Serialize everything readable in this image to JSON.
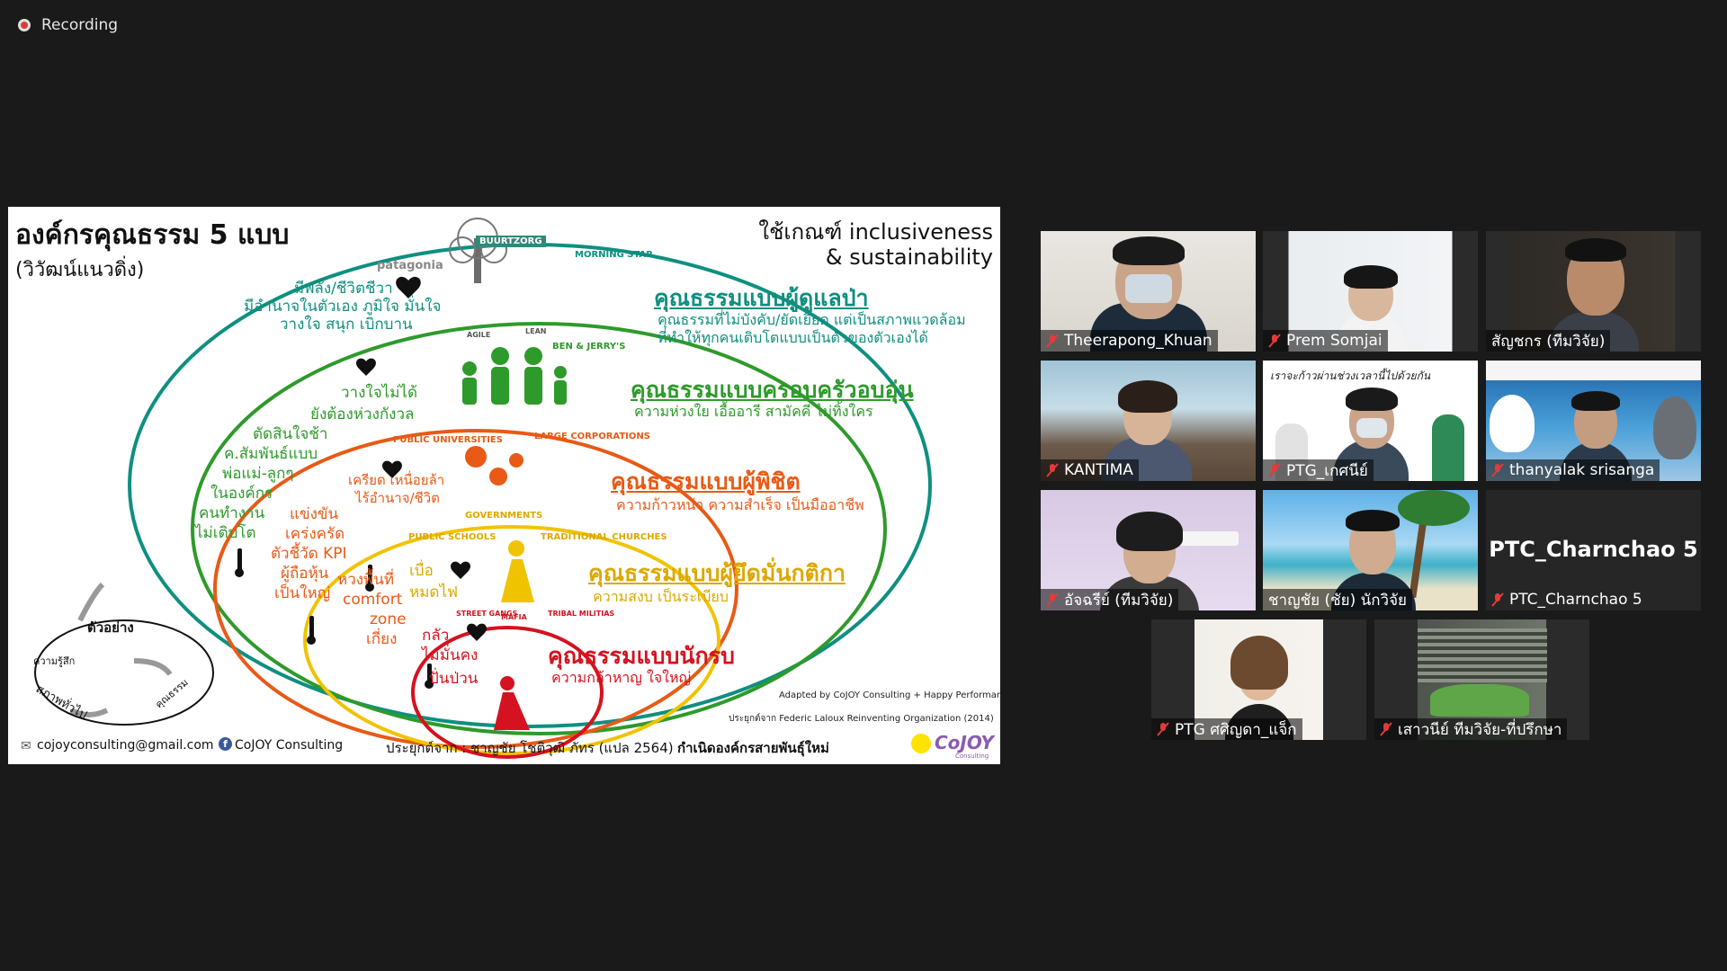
{
  "recording": {
    "label": "Recording"
  },
  "slide": {
    "title": "องค์กรคุณธรรม 5 แบบ",
    "subtitle": "(วิวัฒน์แนวดิ่ง)",
    "criteria_1": "ใช้เกณฑ์ inclusiveness",
    "criteria_2": "& sustainability",
    "levels": [
      {
        "title": "คุณธรรมแบบผู้ดูแลป่า",
        "sub_1": "คุณธรรมที่ไม่บังคับ/ยัดเยียด แต่เป็นสภาพแวดล้อม",
        "sub_2": "ที่ทำให้ทุกคนเติบโตแบบเป็นตัวของตัวเองได้"
      },
      {
        "title": "คุณธรรมแบบครอบครัวอบอุ่น",
        "sub_1": "ความห่วงใย เอื้ออารี สามัคคี ไม่ทิ้งใคร"
      },
      {
        "title": "คุณธรรมแบบผู้พิชิต",
        "sub_1": "ความก้าวหน้า ความสำเร็จ เป็นมืออาชีพ"
      },
      {
        "title": "คุณธรรมแบบผู้ยึดมั่นกติกา",
        "sub_1": "ความสงบ เป็นระเบียบ"
      },
      {
        "title": "คุณธรรมแบบนักรบ",
        "sub_1": "ความกล้าหาญ ใจใหญ่"
      }
    ],
    "notes": {
      "teal_1": "มีพลัง/ชีวิตชีวา",
      "teal_2": "มีอำนาจในตัวเอง ภูมิใจ มั่นใจ",
      "teal_3": "วางใจ สนุก เบิกบาน",
      "green_1": "วางใจไม่ได้",
      "green_2": "ยังต้องห่วงกังวล",
      "orange_left_1": "ตัดสินใจช้า",
      "orange_left_2": "ค.สัมพันธ์แบบ",
      "orange_left_3": "พ่อแม่-ลูกๆ",
      "orange_left_4": "ในองค์กร",
      "orange_left_5": "คนทำงาน",
      "orange_left_6": "ไม่เติบโต",
      "orange_mid_1": "แข่งขัน",
      "orange_mid_2": "เคร่งครัด",
      "orange_mid_3": "ตัวชี้วัด KPI",
      "orange_mid_4": "ผู้ถือหุ้น",
      "orange_mid_5": "เป็นใหญ่",
      "orange_inner_1": "เครียด เหนื่อยล้า",
      "orange_inner_2": "ไร้อำนาจ/ชีวิต",
      "yellow_1": "หวงพื้นที่",
      "yellow_2": "comfort",
      "yellow_3": "zone",
      "yellow_4": "เกี่ยง",
      "yellow_inner_1": "เบื่อ",
      "yellow_inner_2": "หมดไฟ",
      "red_1": "กลัว",
      "red_2": "ไม่มั่นคง",
      "red_3": "ปั่นป่วน"
    },
    "logos": {
      "buurtzorg": "BUURTZORG",
      "morning_star": "MORNING STAR",
      "patagonia": "patagonia",
      "ben_jerrys": "BEN & JERRY'S",
      "agile": "AGILE",
      "lean": "LEAN",
      "public_universities": "PUBLIC UNIVERSITIES",
      "large_corporations": "LARGE CORPORATIONS",
      "governments": "GOVERNMENTS",
      "public_schools": "PUBLIC SCHOOLS",
      "traditional_churches": "TRADITIONAL CHURCHES",
      "street_gangs": "STREET GANGS",
      "mafia": "MAFIA",
      "tribal_militias": "TRIBAL MILITIAS"
    },
    "cycle": {
      "example": "ตัวอย่าง",
      "feeling": "ความรู้สึก",
      "virtue": "คุณธรรม",
      "general": "สภาพทั่วไป"
    },
    "credits": {
      "adapted": "Adapted by CoJOY Consulting + Happy Performance",
      "applied_from": "ประยุกต์จาก Federic Laloux Reinventing Organization (2014)",
      "email": "cojoyconsulting@gmail.com",
      "facebook": "CoJOY Consulting",
      "translation": "ประยุกต์จาก : ชาญชัย โชติวุฒิ ภัทร (แปล 2564)",
      "book": "กำเนิดองค์กรสายพันธุ์ใหม่",
      "brand": "CoJOY",
      "brand_sub": "Consulting"
    },
    "colors": {
      "teal": "#0f8f80",
      "green": "#2e9a2b",
      "orange": "#e85a16",
      "yellow": "#f0c300",
      "red": "#d5121f"
    }
  },
  "participants": [
    {
      "name": "Theerapong_Khuan",
      "muted": true
    },
    {
      "name": "Prem Somjai",
      "muted": true
    },
    {
      "name": "สัญชกร (ทีมวิจัย)",
      "muted": false
    },
    {
      "name": "KANTIMA",
      "muted": true
    },
    {
      "name": "PTG_เกศนีย์",
      "muted": true,
      "banner": "เราจะก้าวผ่านช่วงเวลานี้ไปด้วยกัน"
    },
    {
      "name": "thanyalak srisanga",
      "muted": true
    },
    {
      "name": "อัจฉรีย์ (ทีมวิจัย)",
      "muted": true
    },
    {
      "name": "ชาญชัย (ชัย) นักวิจัย",
      "muted": false,
      "active": true
    },
    {
      "name": "PTC_Charnchao 5",
      "muted": true,
      "camera_off": true
    },
    {
      "name": "PTG ศศิญดา_แจ็ก",
      "muted": true
    },
    {
      "name": "เสาวนีย์ ทีมวิจัย-ที่ปรึกษา",
      "muted": true
    }
  ],
  "icons": {
    "mic_muted": "mic-muted-icon",
    "recording": "recording-dot-icon"
  }
}
